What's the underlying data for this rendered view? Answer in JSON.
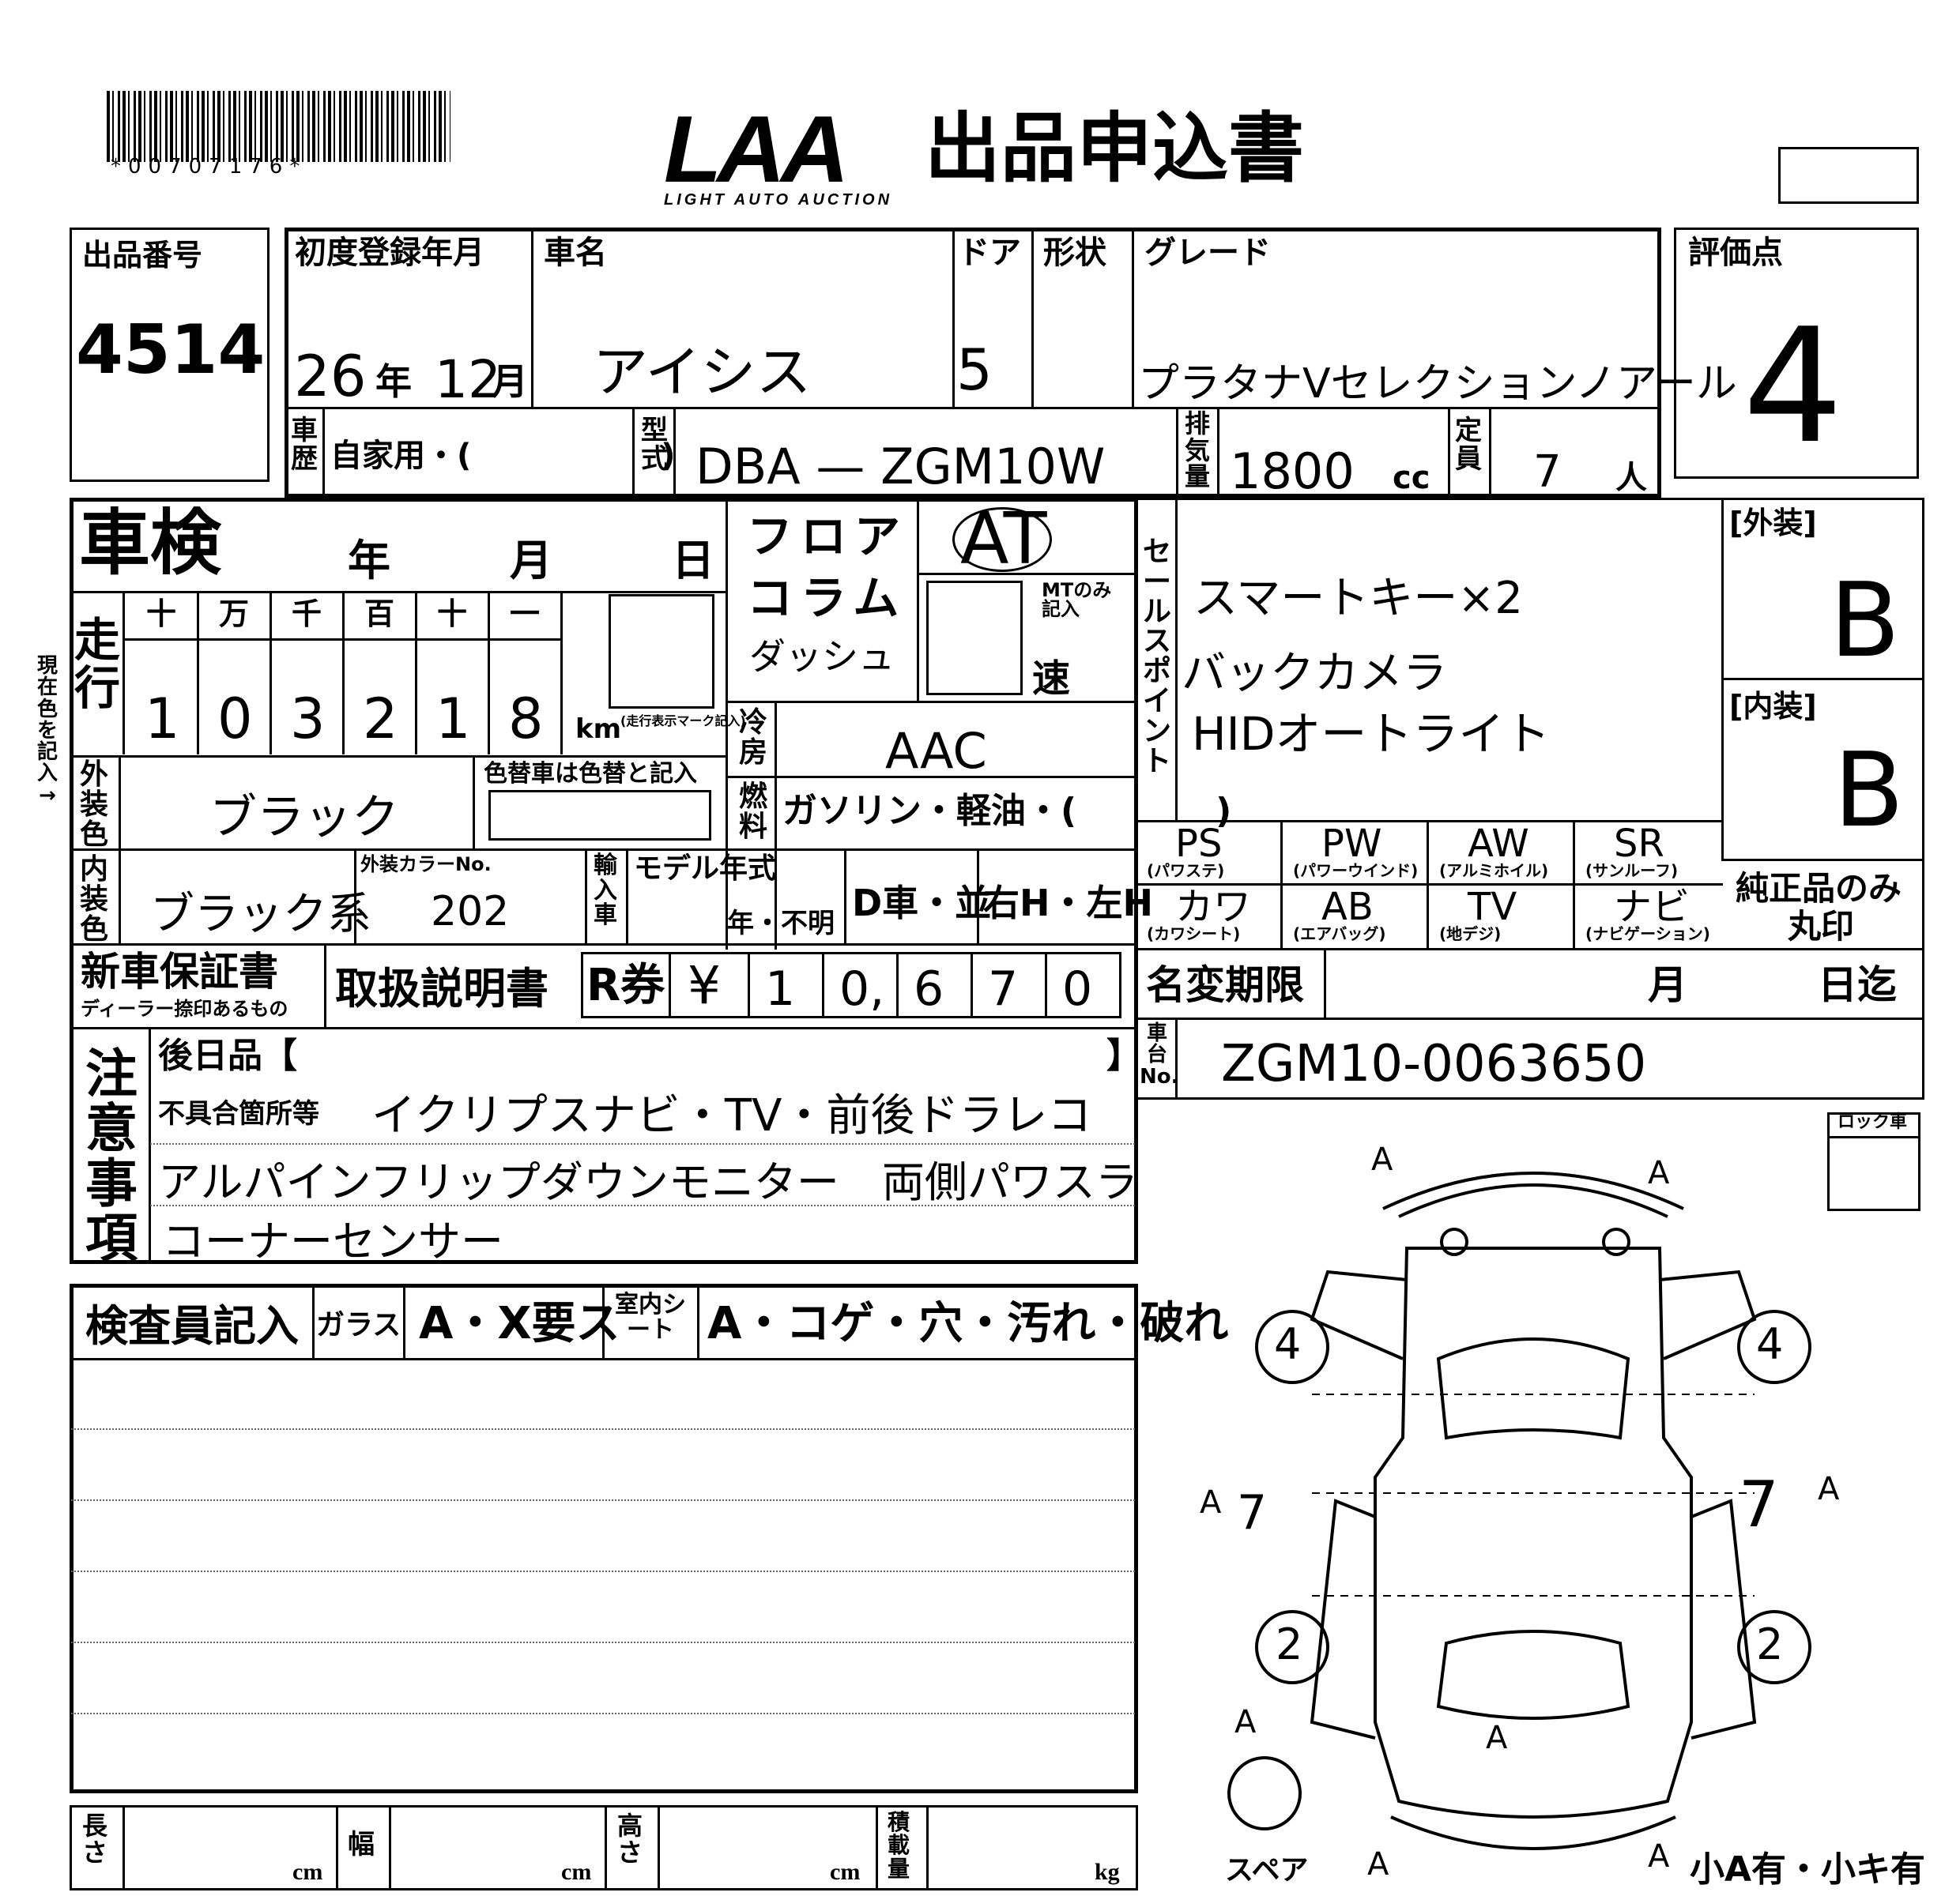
{
  "barcode": {
    "text": "*00707176*"
  },
  "header": {
    "brand": "LAA",
    "brand_sub": "LIGHT AUTO AUCTION",
    "title": "出品申込書"
  },
  "listing": {
    "label": "出品番号",
    "value": "4514"
  },
  "first_reg": {
    "label": "初度登録年月",
    "year": "26",
    "year_unit": "年",
    "month": "12",
    "month_unit": "月"
  },
  "car_name": {
    "label": "車名",
    "value": "アイシス"
  },
  "door": {
    "label": "ドア",
    "value": "5"
  },
  "shape": {
    "label": "形状"
  },
  "grade": {
    "label": "グレード",
    "value": "プラタナVセレクションノアール"
  },
  "score": {
    "label": "評価点",
    "value": "4"
  },
  "history": {
    "label": "車歴",
    "value": "自家用・(　　　　　　)"
  },
  "model": {
    "label": "型式",
    "value": "DBA — ZGM10W"
  },
  "displacement": {
    "label": "排気量",
    "value": "1800",
    "unit": "cc"
  },
  "capacity": {
    "label": "定員",
    "value": "7",
    "unit": "人"
  },
  "shaken": {
    "label": "車検",
    "year": "年",
    "month": "月",
    "day": "日"
  },
  "mileage": {
    "label": "走行",
    "units": [
      "十",
      "万",
      "千",
      "百",
      "十",
      "一"
    ],
    "digits": [
      "1",
      "0",
      "3",
      "2",
      "1",
      "8"
    ],
    "unit": "km",
    "note": "(走行表示マーク記入)"
  },
  "shift": {
    "floor": "フロア",
    "column": "コラム",
    "dash": "ダッシュ",
    "at": "AT",
    "mt_note": "MTのみ記入",
    "speed": "速"
  },
  "ac": {
    "label": "冷房",
    "value": "AAC"
  },
  "fuel": {
    "label": "燃料",
    "options": "ガソリン・軽油・(　　　　)"
  },
  "sales_points": {
    "label": "セールスポイント",
    "items": [
      "スマートキー×2",
      "バックカメラ",
      "HIDオートライト"
    ]
  },
  "exterior_grade": {
    "label": "[外装]",
    "value": "B"
  },
  "interior_grade": {
    "label": "[内装]",
    "value": "B"
  },
  "color_now": {
    "label": "現在色を記入→"
  },
  "ext_color": {
    "label": "外装色",
    "value": "ブラック",
    "repaint_label": "色替車は色替と記入"
  },
  "int_color": {
    "label": "内装色",
    "value": "ブラック系"
  },
  "color_no": {
    "label": "外装カラーNo.",
    "value": "202"
  },
  "import": {
    "label": "輸入車"
  },
  "model_year": {
    "label": "モデル年式",
    "value": "年・不明"
  },
  "dealer": {
    "value": "D車・並"
  },
  "handle": {
    "value": "右H・左H"
  },
  "options": [
    {
      "code": "PS",
      "name": "(パワステ)"
    },
    {
      "code": "PW",
      "name": "(パワーウインド)"
    },
    {
      "code": "AW",
      "name": "(アルミホイル)"
    },
    {
      "code": "SR",
      "name": "(サンルーフ)"
    },
    {
      "code": "カワ",
      "name": "(カワシート)"
    },
    {
      "code": "AB",
      "name": "(エアバッグ)"
    },
    {
      "code": "TV",
      "name": "(地デジ)"
    },
    {
      "code": "ナビ",
      "name": "(ナビゲーション)"
    }
  ],
  "genuine": {
    "line1": "純正品のみ",
    "line2": "丸印"
  },
  "warranty": {
    "label": "新車保証書",
    "sub": "ディーラー捺印あるもの"
  },
  "manual": {
    "label": "取扱説明書"
  },
  "recycle": {
    "label": "R券",
    "yen": "¥",
    "digits": [
      "1",
      "0,",
      "6",
      "7",
      "0"
    ]
  },
  "name_change": {
    "label": "名変期限",
    "month": "月",
    "until": "日迄"
  },
  "chassis": {
    "label": "車台No.",
    "value": "ZGM10-0063650"
  },
  "notes": {
    "label": "注意事項",
    "later_label": "後日品【",
    "later_close": "】",
    "defect_label": "不具合箇所等",
    "lines": [
      "イクリプスナビ・TV・前後ドラレコ",
      "アルパインフリップダウンモニター　両側パワスラ",
      "コーナーセンサー"
    ]
  },
  "inspector": {
    "label": "検査員記入",
    "glass_label": "ガラス",
    "glass_opts": "A・X要ス",
    "seat_label": "室内シート",
    "seat_opts": "A・コゲ・穴・汚れ・破れ"
  },
  "lock": {
    "label": "ロック車"
  },
  "diagram": {
    "marks": [
      "A",
      "A",
      "A",
      "A",
      "A",
      "A",
      "A",
      "A"
    ],
    "tires": [
      "4",
      "4",
      "2",
      "2"
    ],
    "side": [
      "7",
      "7"
    ],
    "spare": "スペア",
    "footer": "小A有・小キ有"
  },
  "dims": {
    "length": "長さ",
    "width": "幅",
    "height": "高さ",
    "load": "積載量",
    "cm": "cm",
    "kg": "kg"
  }
}
